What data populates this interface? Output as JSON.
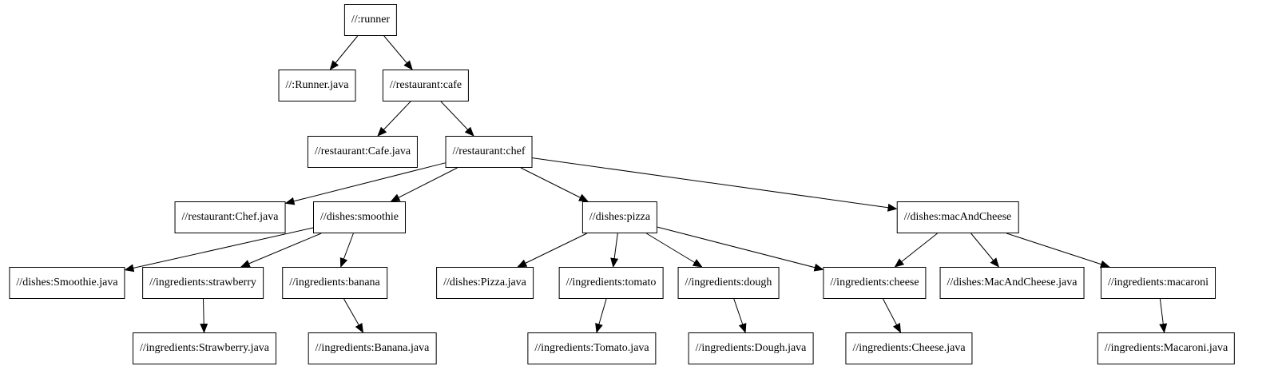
{
  "diagram": {
    "type": "dependency-graph",
    "orientation": "top-down",
    "nodes": [
      {
        "id": "runner",
        "label": "//:runner"
      },
      {
        "id": "runner-java",
        "label": "//:Runner.java"
      },
      {
        "id": "cafe",
        "label": "//restaurant:cafe"
      },
      {
        "id": "cafe-java",
        "label": "//restaurant:Cafe.java"
      },
      {
        "id": "chef",
        "label": "//restaurant:chef"
      },
      {
        "id": "chef-java",
        "label": "//restaurant:Chef.java"
      },
      {
        "id": "smoothie",
        "label": "//dishes:smoothie"
      },
      {
        "id": "pizza",
        "label": "//dishes:pizza"
      },
      {
        "id": "macandcheese",
        "label": "//dishes:macAndCheese"
      },
      {
        "id": "smoothie-java",
        "label": "//dishes:Smoothie.java"
      },
      {
        "id": "strawberry",
        "label": "//ingredients:strawberry"
      },
      {
        "id": "banana",
        "label": "//ingredients:banana"
      },
      {
        "id": "pizza-java",
        "label": "//dishes:Pizza.java"
      },
      {
        "id": "tomato",
        "label": "//ingredients:tomato"
      },
      {
        "id": "dough",
        "label": "//ingredients:dough"
      },
      {
        "id": "cheese",
        "label": "//ingredients:cheese"
      },
      {
        "id": "macandcheese-java",
        "label": "//dishes:MacAndCheese.java"
      },
      {
        "id": "macaroni",
        "label": "//ingredients:macaroni"
      },
      {
        "id": "strawberry-java",
        "label": "//ingredients:Strawberry.java"
      },
      {
        "id": "banana-java",
        "label": "//ingredients:Banana.java"
      },
      {
        "id": "tomato-java",
        "label": "//ingredients:Tomato.java"
      },
      {
        "id": "dough-java",
        "label": "//ingredients:Dough.java"
      },
      {
        "id": "cheese-java",
        "label": "//ingredients:Cheese.java"
      },
      {
        "id": "macaroni-java",
        "label": "//ingredients:Macaroni.java"
      }
    ],
    "edges": [
      {
        "from": "runner",
        "to": "runner-java"
      },
      {
        "from": "runner",
        "to": "cafe"
      },
      {
        "from": "cafe",
        "to": "cafe-java"
      },
      {
        "from": "cafe",
        "to": "chef"
      },
      {
        "from": "chef",
        "to": "chef-java"
      },
      {
        "from": "chef",
        "to": "smoothie"
      },
      {
        "from": "chef",
        "to": "pizza"
      },
      {
        "from": "chef",
        "to": "macandcheese"
      },
      {
        "from": "smoothie",
        "to": "smoothie-java"
      },
      {
        "from": "smoothie",
        "to": "strawberry"
      },
      {
        "from": "smoothie",
        "to": "banana"
      },
      {
        "from": "strawberry",
        "to": "strawberry-java"
      },
      {
        "from": "banana",
        "to": "banana-java"
      },
      {
        "from": "pizza",
        "to": "pizza-java"
      },
      {
        "from": "pizza",
        "to": "tomato"
      },
      {
        "from": "pizza",
        "to": "dough"
      },
      {
        "from": "pizza",
        "to": "cheese"
      },
      {
        "from": "tomato",
        "to": "tomato-java"
      },
      {
        "from": "dough",
        "to": "dough-java"
      },
      {
        "from": "cheese",
        "to": "cheese-java"
      },
      {
        "from": "macandcheese",
        "to": "cheese"
      },
      {
        "from": "macandcheese",
        "to": "macandcheese-java"
      },
      {
        "from": "macandcheese",
        "to": "macaroni"
      },
      {
        "from": "macaroni",
        "to": "macaroni-java"
      }
    ],
    "colors": {
      "node_fill": "#ffffff",
      "node_border": "#000000",
      "edge_stroke": "#000000",
      "text": "#000000",
      "background": "#ffffff"
    }
  }
}
